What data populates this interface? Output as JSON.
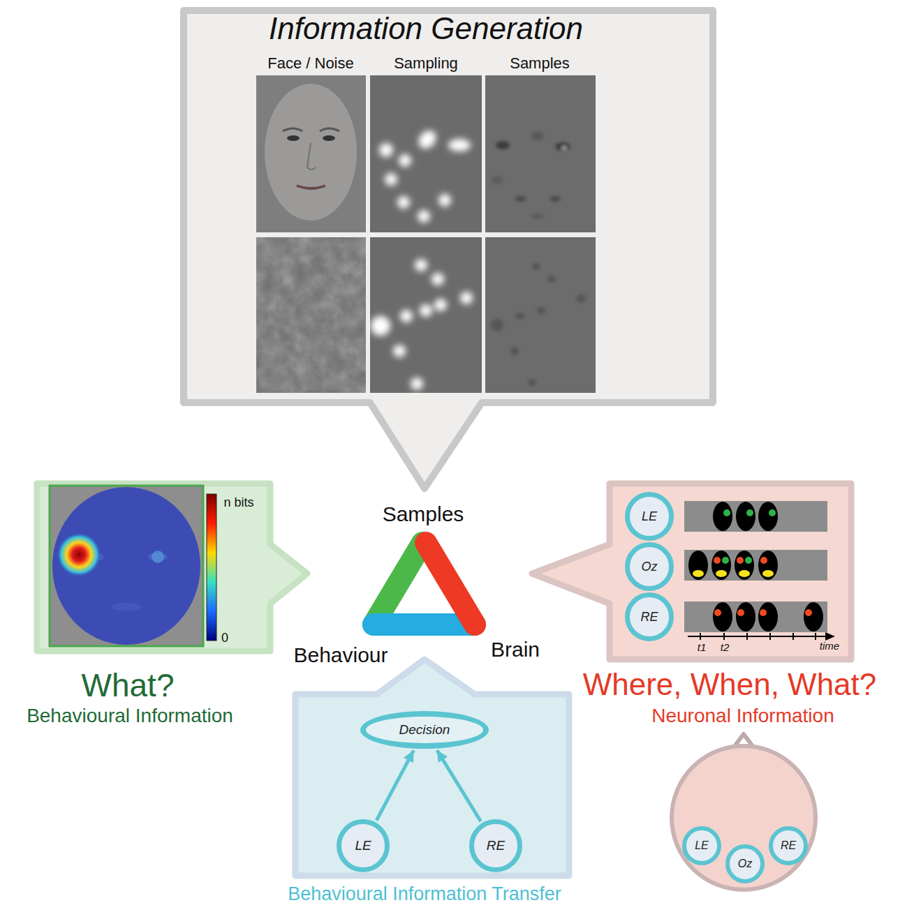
{
  "diagram": {
    "nodes": [
      {
        "text": [
          "Information Generation"
        ]
      },
      {
        "text": [
          "What?",
          "Behavioural Information"
        ]
      },
      {
        "text": [
          "Where, When, What?",
          "Neuronal Information"
        ]
      },
      {
        "text": [
          "LE"
        ],
        "in": 2
      },
      {
        "text": [
          "Oz"
        ],
        "in": 2
      },
      {
        "text": [
          "RE"
        ],
        "in": 2
      },
      {
        "text": [
          "Behavioural Information Transfer"
        ]
      },
      {
        "text": [
          "Decision"
        ],
        "in": 6
      },
      {
        "text": [
          "LE"
        ],
        "in": 6
      },
      {
        "text": [
          "RE"
        ],
        "in": 6
      },
      {
        "text": [
          "LE"
        ]
      },
      {
        "text": [
          "Oz"
        ]
      },
      {
        "text": [
          "RE"
        ]
      }
    ],
    "edges": [
      {
        "from": 8,
        "to": 7,
        "arrow": "to"
      },
      {
        "from": 9,
        "to": 7,
        "arrow": "to"
      }
    ],
    "labels": [
      "Face / Noise",
      "Sampling",
      "Samples",
      "Samples",
      "Behaviour",
      "Brain",
      "n bits",
      "0",
      "t1",
      "t2",
      "time"
    ]
  }
}
